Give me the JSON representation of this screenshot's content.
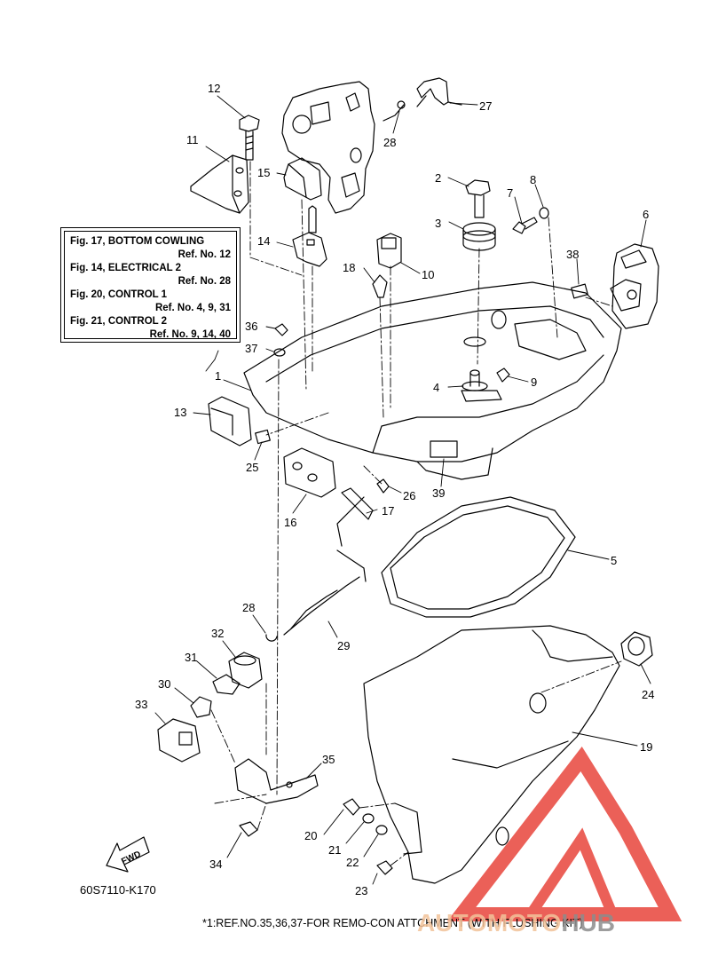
{
  "labels": [
    {
      "id": "12",
      "text": "12"
    },
    {
      "id": "11",
      "text": "11"
    },
    {
      "id": "15",
      "text": "15"
    },
    {
      "id": "28a",
      "text": "28"
    },
    {
      "id": "27",
      "text": "27"
    },
    {
      "id": "2",
      "text": "2"
    },
    {
      "id": "7",
      "text": "7"
    },
    {
      "id": "8",
      "text": "8"
    },
    {
      "id": "3",
      "text": "3"
    },
    {
      "id": "6",
      "text": "6"
    },
    {
      "id": "14",
      "text": "14"
    },
    {
      "id": "18",
      "text": "18"
    },
    {
      "id": "10",
      "text": "10"
    },
    {
      "id": "38",
      "text": "38"
    },
    {
      "id": "36",
      "text": "36"
    },
    {
      "id": "37",
      "text": "37"
    },
    {
      "id": "1",
      "text": "1"
    },
    {
      "id": "4",
      "text": "4"
    },
    {
      "id": "9",
      "text": "9"
    },
    {
      "id": "13",
      "text": "13"
    },
    {
      "id": "25",
      "text": "25"
    },
    {
      "id": "26",
      "text": "26"
    },
    {
      "id": "39",
      "text": "39"
    },
    {
      "id": "16",
      "text": "16"
    },
    {
      "id": "17",
      "text": "17"
    },
    {
      "id": "5",
      "text": "5"
    },
    {
      "id": "28b",
      "text": "28"
    },
    {
      "id": "32",
      "text": "32"
    },
    {
      "id": "29",
      "text": "29"
    },
    {
      "id": "31",
      "text": "31"
    },
    {
      "id": "30",
      "text": "30"
    },
    {
      "id": "24",
      "text": "24"
    },
    {
      "id": "33",
      "text": "33"
    },
    {
      "id": "19",
      "text": "19"
    },
    {
      "id": "35",
      "text": "35"
    },
    {
      "id": "20",
      "text": "20"
    },
    {
      "id": "21",
      "text": "21"
    },
    {
      "id": "22",
      "text": "22"
    },
    {
      "id": "34",
      "text": "34"
    },
    {
      "id": "23",
      "text": "23"
    }
  ],
  "reference_box": [
    {
      "kind": "fig",
      "text": "Fig. 17, BOTTOM COWLING"
    },
    {
      "kind": "ref",
      "text": "Ref. No. 12"
    },
    {
      "kind": "fig",
      "text": "Fig. 14, ELECTRICAL 2"
    },
    {
      "kind": "ref",
      "text": "Ref. No. 28"
    },
    {
      "kind": "fig",
      "text": "Fig. 20, CONTROL 1"
    },
    {
      "kind": "ref",
      "text": "Ref. No. 4, 9, 31"
    },
    {
      "kind": "fig",
      "text": "Fig. 21, CONTROL 2"
    },
    {
      "kind": "ref",
      "text": "Ref. No. 9, 14, 40"
    }
  ],
  "fwd_label": "FWD",
  "diagram_code": "60S7110-K170",
  "footnote": "*1:REF.NO.35,36,37-FOR REMO-CON ATTCHMENT (WITH FLUSHING KIT)",
  "watermark": {
    "part1": "AUTOMOTO",
    "part2": "HUB",
    "color_primary": "#e8453c",
    "color_secondary": "#8c8c8c"
  }
}
